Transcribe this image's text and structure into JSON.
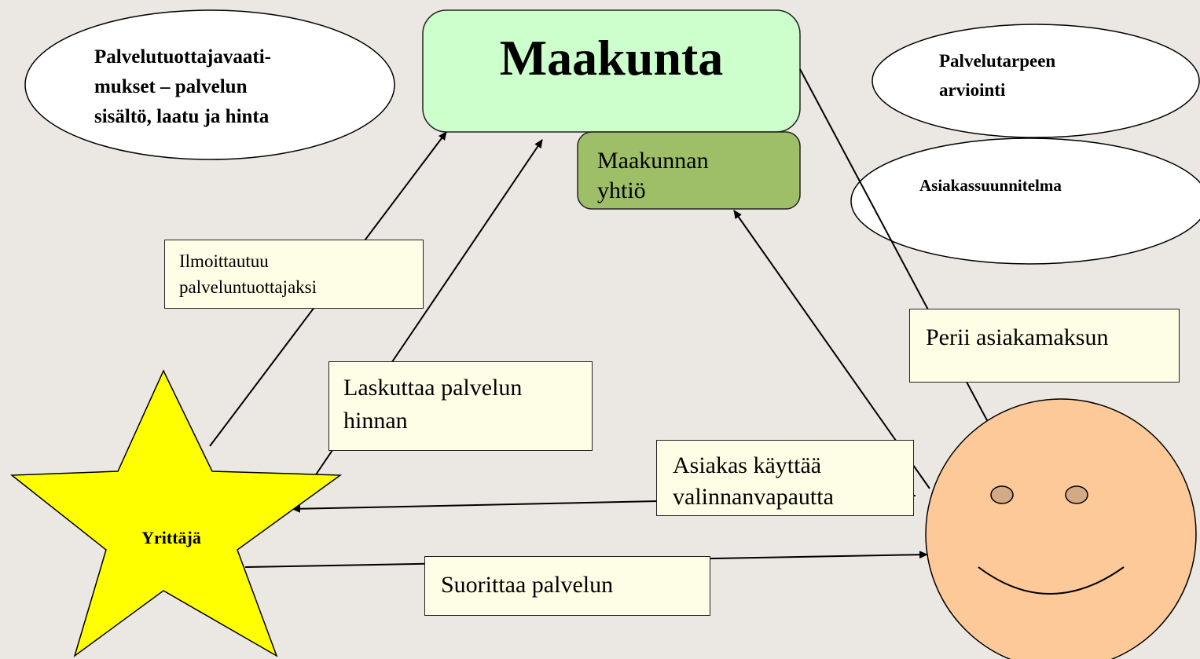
{
  "colors": {
    "background": "#ebe8e4",
    "maakunta_fill": "#ccffcc",
    "yhtio_fill": "#9ebe67",
    "label_fill": "#fefee7",
    "star_fill": "#ffff00",
    "face_fill": "#fdc998",
    "eye_fill": "#d2aa86"
  },
  "nodes": {
    "maakunta": "Maakunta",
    "maakunnan_yhtio": "Maakunnan yhtiö",
    "yrittaja": "Yrittäjä"
  },
  "ellipses": {
    "palvelutuottajavaatimukset": [
      "Palvelutuottajavaati-",
      "mukset – palvelun",
      "sisältö, laatu ja hinta"
    ],
    "palvelutarpeen_arviointi": [
      "Palvelutarpeen",
      "arviointi"
    ],
    "asiakassuunnitelma": "Asiakassuunnitelma"
  },
  "labels": {
    "ilmoittautuu": [
      "Ilmoittautuu",
      "palveluntuottajaksi"
    ],
    "laskuttaa": [
      "Laskuttaa palvelun",
      "hinnan"
    ],
    "asiakas_kayttaa": [
      "Asiakas käyttää",
      "valinnanvapautta"
    ],
    "perii": "Perii asiakamaksun",
    "suorittaa": "Suorittaa palvelun"
  },
  "icons": {
    "star": "star-icon",
    "face": "smiley-face-icon"
  }
}
